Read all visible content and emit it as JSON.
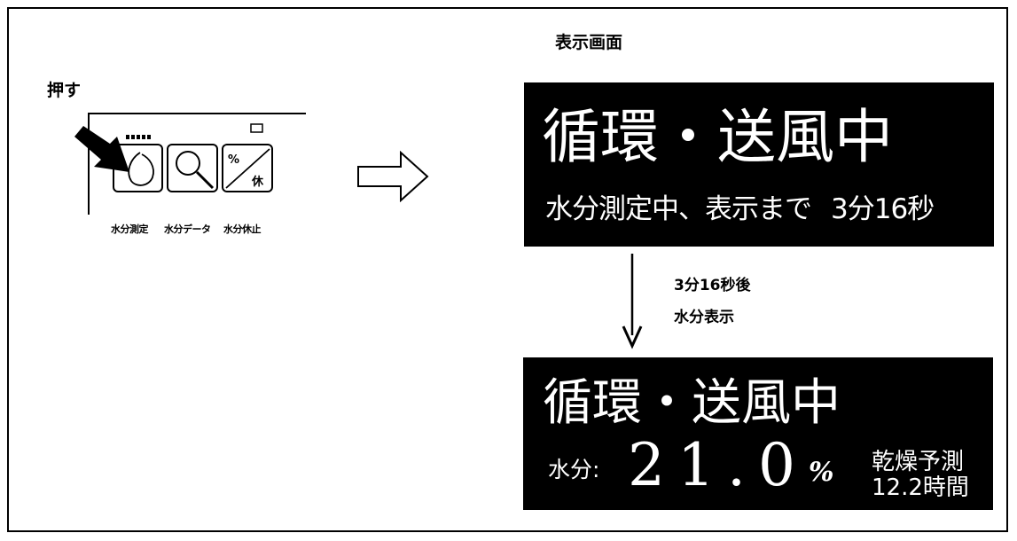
{
  "labels": {
    "push": "押す",
    "display_screen": "表示画面"
  },
  "panel": {
    "buttons": [
      {
        "caption": "水分測定",
        "icon": "moisture-drop-icon"
      },
      {
        "caption": "水分データ",
        "icon": "magnifier-icon"
      },
      {
        "caption": "水分休止",
        "icon": "percent-pause-icon",
        "glyph_top": "%",
        "glyph_bottom": "休"
      }
    ]
  },
  "display_before": {
    "title": "循環・送風中",
    "subtitle": "水分測定中、表示まで",
    "countdown": "3分16秒"
  },
  "transition": {
    "line1": "3分16秒後",
    "line2": "水分表示"
  },
  "display_after": {
    "title": "循環・送風中",
    "moisture_label": "水分:",
    "moisture_value": "21.0",
    "moisture_unit": "%",
    "prediction_label": "乾燥予測",
    "prediction_value": "12.2時間"
  },
  "colors": {
    "display_bg": "#000000",
    "display_fg": "#ffffff",
    "line": "#000000"
  }
}
